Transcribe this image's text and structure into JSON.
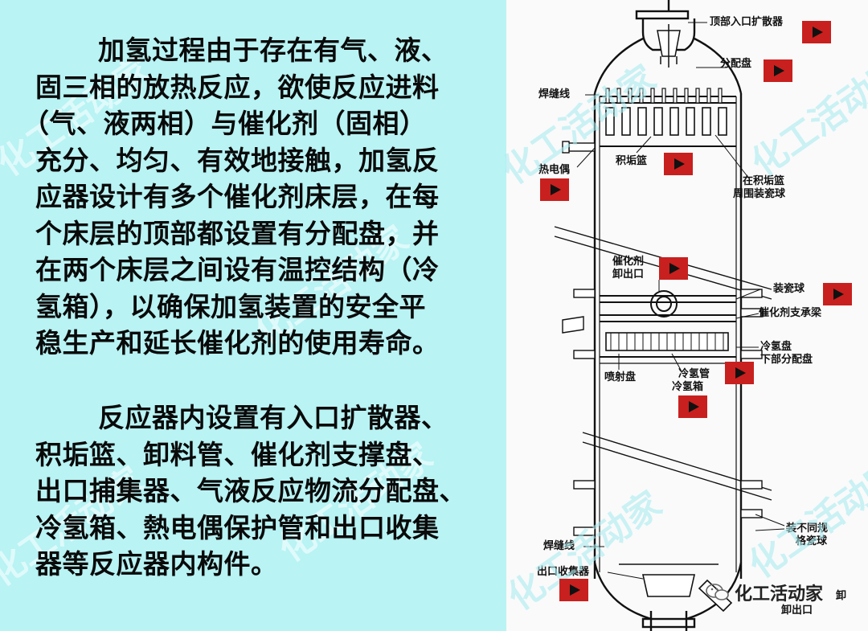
{
  "paragraph1": {
    "lines": [
      "加氢过程由于存在有气、液、",
      "固三相的放热反应，欲使反应进料",
      "（气、液两相）与催化剂（固相）",
      "充分、均匀、有效地接触，加氢反",
      "应器设计有多个催化剂床层，在每",
      "个床层的顶部都设置有分配盘，并",
      "在两个床层之间设有温控结构（冷",
      "氢箱），以确保加氢装置的安全平",
      "稳生产和延长催化剂的使用寿命。"
    ]
  },
  "paragraph2": {
    "lines": [
      "反应器内设置有入口扩散器、",
      "积垢篮、卸料管、催化剂支撑盘、",
      "出口捕集器、气液反应物流分配盘、",
      "冷氢箱、熱电偶保护管和出口收集",
      "器等反应器内构件。"
    ]
  },
  "watermark": "化工活动家",
  "diagram_labels": {
    "top_diffuser": "顶部入口扩散器",
    "distributor": "分配盘",
    "weld_line_top": "焊缝线",
    "thermocouple": "热电偶",
    "scale_basket": "积垢篮",
    "ceramic_around_basket_1": "在积垢篮",
    "ceramic_around_basket_2": "周围装瓷球",
    "unload_outlet_1": "催化剂",
    "unload_outlet_2": "卸出口",
    "ceramic_balls": "装瓷球",
    "support_beam": "催化剂支承梁",
    "quench_plate_1": "冷氢盘",
    "quench_plate_2": "下部分配盘",
    "spray_plate": "喷射盘",
    "quench_pipe": "冷氢管",
    "quench_box": "冷氢箱",
    "mixed_ceramic_1": "装不同规",
    "mixed_ceramic_2": "格瓷球",
    "weld_line_bottom": "焊缝线",
    "outlet_collector": "出口收集器",
    "unload_1": "卸",
    "unload_2": "卸出口"
  },
  "brand_mark": "化工活动家",
  "colors": {
    "left_bg": "#b9f3f4",
    "play_button": "#c8201e"
  }
}
